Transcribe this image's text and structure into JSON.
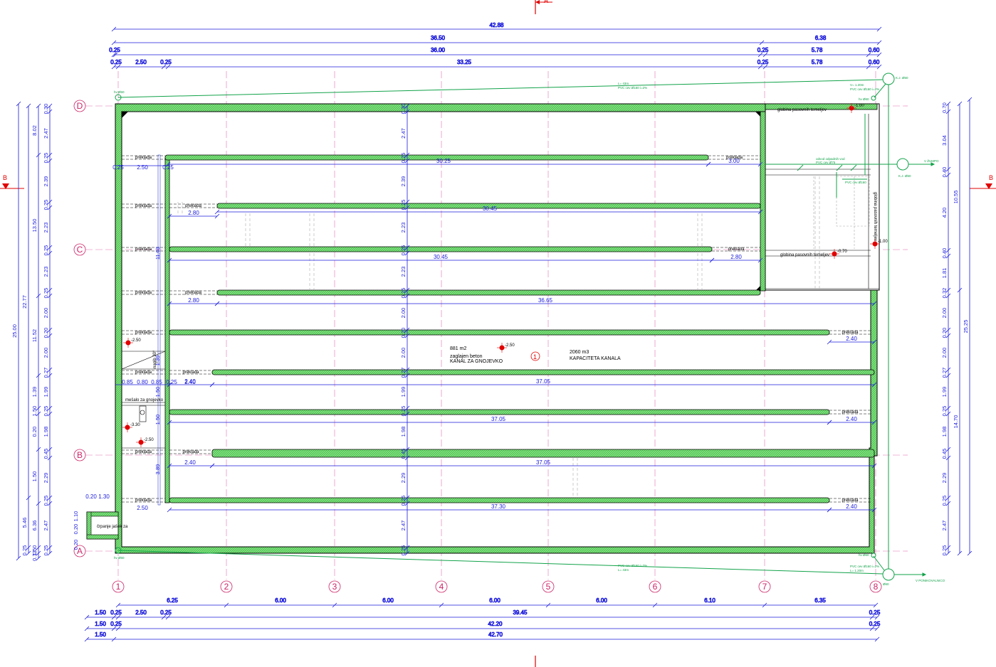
{
  "top_dims": {
    "r1": [
      "42.88"
    ],
    "r2": [
      "36.50",
      "6.38"
    ],
    "r3": [
      "0.25",
      "36.00",
      "0.25",
      "5.78",
      "0.60"
    ],
    "r4": [
      "0.25",
      "2.50",
      "0.25",
      "33.25",
      "0.25",
      "5.78",
      "0.60"
    ]
  },
  "bottom_dims": {
    "r1": [
      "6.25",
      "6.00",
      "6.00",
      "6.00",
      "6.00",
      "6.10",
      "6.35"
    ],
    "r2": [
      "1.50",
      "0.25",
      "2.50",
      "0.25",
      "39.45",
      "0.25"
    ],
    "r3": [
      "1.50",
      "0.25",
      "42.20",
      "0.25"
    ],
    "r4": [
      "1.50",
      "42.70"
    ]
  },
  "left_dims": {
    "c1": [
      "0.30",
      "2.47",
      "0.25",
      "2.39",
      "0.25",
      "2.23",
      "0.25",
      "2.23",
      "0.25",
      "2.00",
      "0.20",
      "2.00",
      "0.27",
      "1.99",
      "0.25",
      "1.98",
      "0.45",
      "2.29",
      "0.25",
      "2.47",
      "0.25"
    ],
    "c2": [
      "8.02",
      "13.50",
      "11.52",
      "1.39",
      "1.50",
      "0.20",
      "1.50",
      "6.36",
      "1.50",
      "0.73"
    ],
    "c3": [
      "22.77",
      "5.46",
      "0.25"
    ],
    "c4": [
      "25.00"
    ]
  },
  "right_dims": {
    "c1": [
      "0.70",
      "3.04",
      "0.40",
      "4.20",
      "0.40",
      "1.81",
      "0.32",
      "2.00",
      "0.20",
      "2.00",
      "0.27",
      "1.99",
      "0.25",
      "1.98",
      "0.45",
      "2.29",
      "0.25",
      "2.47",
      "0.25"
    ],
    "c2": [
      "10.55",
      "14.70"
    ],
    "c3": [
      "25.25"
    ]
  },
  "inner_dims": {
    "v_center": [
      "0.30",
      "2.47",
      "0.25",
      "2.39",
      "0.25",
      "2.23",
      "0.25",
      "2.23",
      "0.25",
      "2.00",
      "0.20",
      "2.00",
      "0.27",
      "1.99",
      "0.25",
      "1.98",
      "0.45",
      "2.29",
      "0.25",
      "2.47",
      "0.25"
    ],
    "h_rows": [
      "30.25",
      "3.00",
      "2.80",
      "30.45",
      "30.45",
      "2.80",
      "2.80",
      "36.65",
      "2.40",
      "37.05",
      "37.05",
      "2.40",
      "2.40",
      "37.05",
      "37.30",
      "2.40",
      "2.40"
    ],
    "left_small": [
      "0.25",
      "2.50",
      "0.25",
      "0.85",
      "0.80",
      "0.85",
      "0.25",
      "2.40",
      "2.50",
      "11.03",
      "1.39",
      "1.50",
      "1.50",
      "3.89",
      "0.20",
      "1.30",
      "0.20",
      "1.10",
      "0.20"
    ]
  },
  "axes_letters": [
    "D",
    "C",
    "B",
    "A"
  ],
  "axes_numbers": [
    "1",
    "2",
    "3",
    "4",
    "5",
    "6",
    "7",
    "8"
  ],
  "section_marks": {
    "top": "A",
    "left": "B",
    "right": "B"
  },
  "labels": {
    "area": "881 m2",
    "surface": "zaglajen beton",
    "channel": "KANAL ZA GNOJEVKO",
    "capacity_vol": "2060 m3",
    "capacity_label": "KAPACITETA KANALA",
    "room_no": "1",
    "level_1": "-2.50",
    "level_2": "-2.50",
    "level_3": "-3.30",
    "level_4": "-2.50",
    "level_5": "-1.00",
    "level_6": "-0.70",
    "level_7": "-1.00",
    "prekladna": "preklada",
    "mesalo": "mešalo za gnojevko",
    "crpanje": "črpanje jašek za",
    "foundation_1": "globina pasovnih temeljev",
    "foundation_2": "globina pasovnih temeljev",
    "foundation_3": "globina pasovnih temeljev",
    "pipe_top": "L= 43m",
    "pipe_top_2": "PVC cev Ø160 i=2%",
    "pipe_bot": "PVC cev Ø160 i=2%",
    "pipe_bot_2": "L= 43m",
    "pipe_r1": "V= 1.20m",
    "pipe_r2": "PVC cev Ø160 i=2%",
    "pipe_mid_1": "odvod odpadnih vod",
    "pipe_mid_2": "PVC cev Ø75",
    "pipe_mid_3": "PVC cev Ø160",
    "ko_1": "K.J. Ø60",
    "ko_2": "K.J. Ø60",
    "ko_3": "K.J. Ø60",
    "ko_4": "Ø60",
    "to_ko": "V ŽUMPO",
    "to_ko2": "V PONIKOVALNICO",
    "hv_1": "hv Ø60",
    "hv_2": "hv Ø60",
    "hv_3": "hv Ø60",
    "hv_4": "hv Ø60",
    "pipe_r3": "PVC cev Ø160 i=2%",
    "pipe_r4": "L= 1.20m",
    "slope": "nagib 30°"
  },
  "colors": {
    "wall": "#7be27b",
    "dim": "#1a1adc",
    "axis": "#cc2266",
    "pipe": "#12a34a",
    "mark": "#e00000"
  }
}
